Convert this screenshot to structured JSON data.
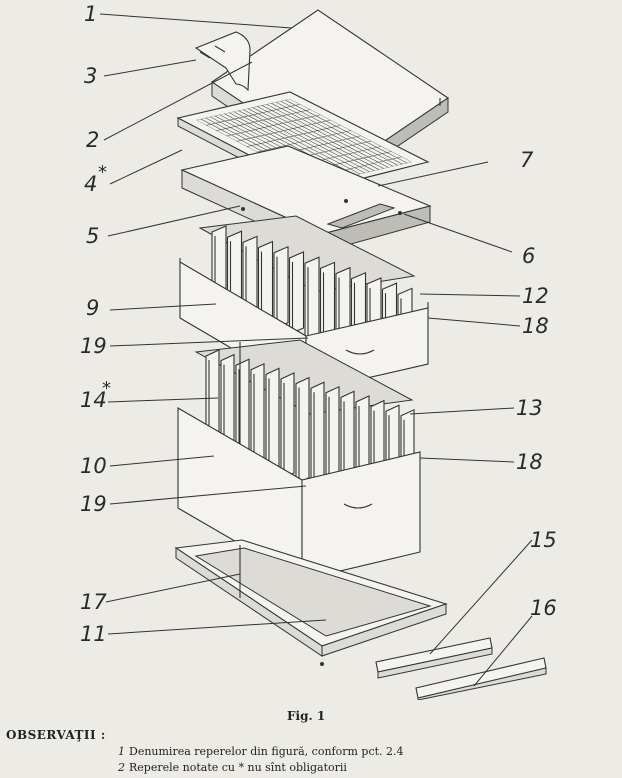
{
  "labels": {
    "l1": "1",
    "l3": "3",
    "l2": "2",
    "l4": "4",
    "l4star": "*",
    "l7": "7",
    "l5": "5",
    "l6": "6",
    "l9": "9",
    "l12": "12",
    "l18a": "18",
    "l19a": "19",
    "l14": "14",
    "l14star": "*",
    "l13": "13",
    "l10": "10",
    "l18b": "18",
    "l19b": "19",
    "l15": "15",
    "l17": "17",
    "l16": "16",
    "l11": "11"
  },
  "caption": "Fig. 1",
  "notes": {
    "title": "OBSERVAŢII :",
    "items": [
      {
        "num": "1",
        "text": "Denumirea reperelor din figură, conform pct. 2.4"
      },
      {
        "num": "2",
        "text": "Reperele notate cu * nu sînt obligatorii"
      }
    ]
  }
}
